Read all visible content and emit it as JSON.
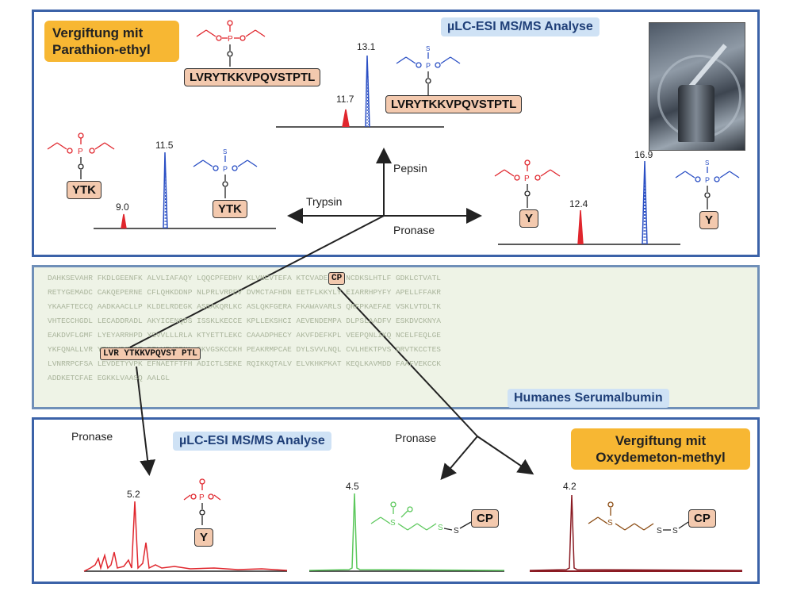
{
  "top": {
    "title_orange": "Vergiftung mit\nParathion-ethyl",
    "title_blue": "µLC-ESI MS/MS Analyse",
    "peptide_long": "LVRYTKKVPQVSTPTL",
    "peptide_short": "YTK",
    "aa_y": "Y",
    "peaks": {
      "p11_7": "11.7",
      "p13_1": "13.1",
      "p9_0": "9.0",
      "p11_5": "11.5",
      "p12_4": "12.4",
      "p16_9": "16.9"
    },
    "arrows": {
      "pepsin": "Pepsin",
      "trypsin": "Trypsin",
      "pronase": "Pronase"
    }
  },
  "middle": {
    "sequence_lines": [
      "DAHKSEVAHR FKDLGEENFK ALVLIAFAQY LQQCPFEDHV KLVNEVTEFA KTCVADESAE NCDKSLHTLF GDKLCTVATL",
      "RETYGEMADC CAKQEPERNE CFLQHKDDNP NLPRLVRPEV DVMCTAFHDN EETFLKKYLY EIARRHPYFY APELLFFAKR",
      "YKAAFTECCQ AADKAACLLP KLDELRDEGK ASSAKQRLKC ASLQKFGERA FKAWAVARLS QRFPKAEFAE VSKLVTDLTK",
      "VHTECCHGDL LECADDRADL AKYICENQDS ISSKLKECCE KPLLEKSHCI AEVENDEMPA DLPSLAADFV ESKDVCKNYA",
      "EAKDVFLGMF LYEYARRHPD YSVVLLLRLA KTYETTLEKC CAAADPHECY AKVFDEFKPL VEEPQNLIKQ NCELFEQLGE",
      "YKFQNALLVR YTKKVPQVST PTLVEVSRNL GKVGSKCCKH PEAKRMPCAE DYLSVVLNQL CVLHEKTPVS DRVTKCCTES",
      "LVNRRPCFSA LEVDETYVPK EFNAETFTFH ADICTLSEKE RQIKKQTALV ELVKHKPKAT KEQLKAVMDD FAAFVEKCCK",
      "ADDKETCFAE EGKKLVAASQ AALGL"
    ],
    "highlight_peptide": "LVR YTKKVPQVST PTL",
    "highlight_cp": "CP",
    "title_blue": "Humanes Serumalbumin"
  },
  "bottom": {
    "title_blue": "µLC-ESI MS/MS Analyse",
    "title_orange": "Vergiftung mit\nOxydemeton-methyl",
    "pronase_left": "Pronase",
    "pronase_mid": "Pronase",
    "aa_y": "Y",
    "cp": "CP",
    "peaks": {
      "p5_2": "5.2",
      "p4_5": "4.5",
      "p4_2": "4.2"
    }
  },
  "colors": {
    "frame": "#3b62a8",
    "orange": "#f7b733",
    "peptide_fill": "#f3c9ae",
    "red": "#e0262d",
    "blue": "#2a4fc4",
    "green": "#5cc85c",
    "darkred": "#8a1a22"
  }
}
